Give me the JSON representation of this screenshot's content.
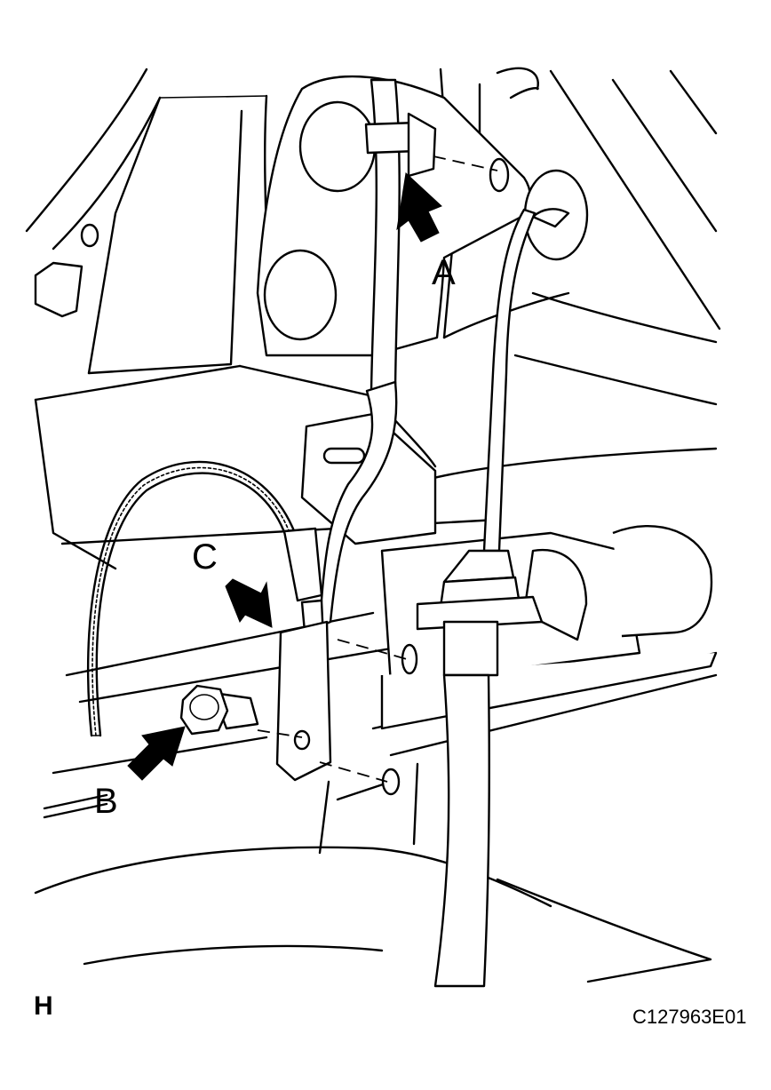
{
  "figure": {
    "callouts": {
      "a": "A",
      "b": "B",
      "c": "C"
    },
    "view_letter": "H",
    "figure_code": "C127963E01"
  }
}
